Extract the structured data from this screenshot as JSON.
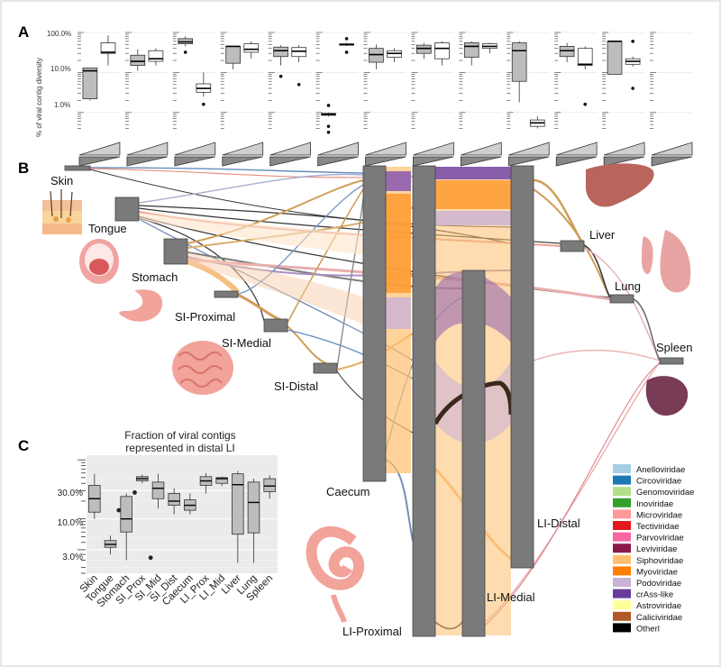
{
  "panels": {
    "a": "A",
    "b": "B",
    "c": "C"
  },
  "panel_a": {
    "ylabel": "% of viral contig diversity",
    "y_ticks": [
      "100.0%",
      "10.0%",
      "1.0%"
    ]
  },
  "panel_b": {
    "nodes": [
      {
        "id": "skin",
        "label": "Skin"
      },
      {
        "id": "tongue",
        "label": "Tongue"
      },
      {
        "id": "stomach",
        "label": "Stomach"
      },
      {
        "id": "si_proximal",
        "label": "SI-Proximal"
      },
      {
        "id": "si_medial",
        "label": "SI-Medial"
      },
      {
        "id": "si_distal",
        "label": "SI-Distal"
      },
      {
        "id": "caecum",
        "label": "Caecum"
      },
      {
        "id": "li_proximal",
        "label": "LI-Proximal"
      },
      {
        "id": "li_medial",
        "label": "LI-Medial"
      },
      {
        "id": "li_distal",
        "label": "LI-Distal"
      },
      {
        "id": "liver",
        "label": "Liver"
      },
      {
        "id": "lung",
        "label": "Lung"
      },
      {
        "id": "spleen",
        "label": "Spleen"
      }
    ],
    "legend": [
      {
        "name": "Anelloviridae",
        "color": "#a6cee3"
      },
      {
        "name": "Circoviridae",
        "color": "#1f78b4"
      },
      {
        "name": "Genomoviridae",
        "color": "#b2df8a"
      },
      {
        "name": "Inoviridae",
        "color": "#33a02c"
      },
      {
        "name": "Microviridae",
        "color": "#fb9a99"
      },
      {
        "name": "Tectiviridae",
        "color": "#e31a1c"
      },
      {
        "name": "Parvoviridae",
        "color": "#f768a1"
      },
      {
        "name": "Leviviridae",
        "color": "#8b1a4a"
      },
      {
        "name": "Siphoviridae",
        "color": "#fdbf6f"
      },
      {
        "name": "Myoviridae",
        "color": "#ff7f00"
      },
      {
        "name": "Podoviridae",
        "color": "#cab2d6"
      },
      {
        "name": "crAss-like",
        "color": "#6a3d9a"
      },
      {
        "name": "Astroviridae",
        "color": "#ffff99"
      },
      {
        "name": "Caliciviridae",
        "color": "#b15928"
      },
      {
        "name": "Otherl",
        "color": "#000000"
      }
    ]
  },
  "panel_c": {
    "title_line1": "Fraction of viral contigs",
    "title_line2": "represented in distal LI",
    "y_ticks": [
      "30.0%",
      "10.0%",
      "3.0%"
    ],
    "categories": [
      "Skin",
      "Tongue",
      "Stomach",
      "SI_Prox",
      "SI_Mid",
      "SI_Dist",
      "Caecum",
      "LI_Prox",
      "LI_Mid",
      "Liver",
      "Lung",
      "Spleen"
    ]
  },
  "chart_data": [
    {
      "type": "box",
      "panel": "A",
      "ylabel": "% of viral contig diversity",
      "yscale": "log",
      "ylim": [
        0.3,
        100
      ],
      "groups": 13,
      "boxes": [
        {
          "group": 1,
          "fill": "grey",
          "q1": 2.2,
          "median": 11,
          "q3": 13,
          "min": 2.0,
          "max": 13
        },
        {
          "group": 1,
          "fill": "white",
          "q1": 30,
          "median": 32,
          "q3": 55,
          "min": 15,
          "max": 85
        },
        {
          "group": 2,
          "fill": "grey",
          "q1": 15,
          "median": 19,
          "q3": 27,
          "min": 11,
          "max": 38
        },
        {
          "group": 2,
          "fill": "white",
          "q1": 19,
          "median": 22,
          "q3": 35,
          "min": 15,
          "max": 40
        },
        {
          "group": 3,
          "fill": "grey",
          "q1": 52,
          "median": 58,
          "q3": 70,
          "min": 45,
          "max": 80,
          "outliers": [
            32
          ]
        },
        {
          "group": 3,
          "fill": "white",
          "q1": 3.2,
          "median": 4,
          "q3": 5.2,
          "min": 2.5,
          "max": 10,
          "outliers": [
            1.6
          ]
        },
        {
          "group": 4,
          "fill": "grey",
          "q1": 17,
          "median": 45,
          "q3": 45,
          "min": 12,
          "max": 45
        },
        {
          "group": 4,
          "fill": "white",
          "q1": 32,
          "median": 38,
          "q3": 52,
          "min": 22,
          "max": 60
        },
        {
          "group": 5,
          "fill": "grey",
          "q1": 25,
          "median": 35,
          "q3": 43,
          "min": 15,
          "max": 48,
          "outliers": [
            8
          ]
        },
        {
          "group": 5,
          "fill": "white",
          "q1": 25,
          "median": 34,
          "q3": 42,
          "min": 18,
          "max": 48,
          "outliers": [
            5
          ]
        },
        {
          "group": 6,
          "fill": "grey",
          "q1": 0.85,
          "median": 0.9,
          "q3": 0.95,
          "min": 0.8,
          "max": 1.0,
          "outliers": [
            1.5,
            0.45,
            0.32
          ]
        },
        {
          "group": 6,
          "fill": "white",
          "q1": 48,
          "median": 50,
          "q3": 52,
          "min": 46,
          "max": 55,
          "outliers": [
            70,
            32
          ]
        },
        {
          "group": 7,
          "fill": "grey",
          "q1": 18,
          "median": 28,
          "q3": 40,
          "min": 12,
          "max": 50
        },
        {
          "group": 7,
          "fill": "white",
          "q1": 24,
          "median": 30,
          "q3": 35,
          "min": 18,
          "max": 40
        },
        {
          "group": 8,
          "fill": "grey",
          "q1": 30,
          "median": 40,
          "q3": 48,
          "min": 22,
          "max": 55
        },
        {
          "group": 8,
          "fill": "white",
          "q1": 22,
          "median": 40,
          "q3": 55,
          "min": 15,
          "max": 60
        },
        {
          "group": 9,
          "fill": "grey",
          "q1": 24,
          "median": 45,
          "q3": 55,
          "min": 15,
          "max": 60
        },
        {
          "group": 9,
          "fill": "white",
          "q1": 40,
          "median": 45,
          "q3": 52,
          "min": 30,
          "max": 55
        },
        {
          "group": 10,
          "fill": "grey",
          "q1": 6,
          "median": 35,
          "q3": 55,
          "min": 1.8,
          "max": 60
        },
        {
          "group": 10,
          "fill": "white",
          "q1": 0.45,
          "median": 0.55,
          "q3": 0.65,
          "min": 0.4,
          "max": 0.8
        },
        {
          "group": 11,
          "fill": "grey",
          "q1": 25,
          "median": 35,
          "q3": 45,
          "min": 18,
          "max": 55
        },
        {
          "group": 11,
          "fill": "white",
          "q1": 15,
          "median": 16,
          "q3": 40,
          "min": 12,
          "max": 45,
          "outliers": [
            1.6
          ]
        },
        {
          "group": 12,
          "fill": "grey",
          "q1": 9,
          "median": 60,
          "q3": 60,
          "min": 9,
          "max": 60
        },
        {
          "group": 12,
          "fill": "white",
          "q1": 16,
          "median": 19,
          "q3": 22,
          "min": 14,
          "max": 25,
          "outliers": [
            4,
            60
          ]
        }
      ]
    },
    {
      "type": "box",
      "panel": "C",
      "title": "Fraction of viral contigs represented in distal LI",
      "yscale": "log",
      "ylim": [
        1.2,
        120
      ],
      "categories": [
        "Skin",
        "Tongue",
        "Stomach",
        "SI_Prox",
        "SI_Mid",
        "SI_Dist",
        "Caecum",
        "LI_Prox",
        "LI_Mid",
        "Liver",
        "Lung",
        "Spleen"
      ],
      "boxes": [
        {
          "category": "Skin",
          "q1": 13,
          "median": 22,
          "q3": 37,
          "min": 10,
          "max": 58
        },
        {
          "category": "Tongue",
          "q1": 3.3,
          "median": 3.7,
          "q3": 4.3,
          "min": 2.5,
          "max": 5.2
        },
        {
          "category": "Stomach",
          "q1": 6,
          "median": 10,
          "q3": 24,
          "min": 2.0,
          "max": 27,
          "outliers": [
            14
          ]
        },
        {
          "category": "SI_Prox",
          "q1": 44,
          "median": 48,
          "q3": 52,
          "min": 40,
          "max": 56,
          "outliers": [
            28
          ]
        },
        {
          "category": "SI_Mid",
          "q1": 22,
          "median": 33,
          "q3": 42,
          "min": 15,
          "max": 58,
          "outliers": [
            2.2
          ]
        },
        {
          "category": "SI_Dist",
          "q1": 17,
          "median": 20,
          "q3": 27,
          "min": 12,
          "max": 33
        },
        {
          "category": "Caecum",
          "q1": 14,
          "median": 17,
          "q3": 21,
          "min": 12,
          "max": 27
        },
        {
          "category": "LI_Prox",
          "q1": 37,
          "median": 44,
          "q3": 52,
          "min": 27,
          "max": 60
        },
        {
          "category": "LI_Mid",
          "q1": 40,
          "median": 48,
          "q3": 50,
          "min": 36,
          "max": 52
        },
        {
          "category": "Liver",
          "q1": 5.5,
          "median": 38,
          "q3": 58,
          "min": 1.8,
          "max": 65
        },
        {
          "category": "Lung",
          "q1": 5.8,
          "median": 19,
          "q3": 42,
          "min": 1.8,
          "max": 48
        },
        {
          "category": "Spleen",
          "q1": 29,
          "median": 36,
          "q3": 48,
          "min": 22,
          "max": 55
        }
      ]
    }
  ]
}
